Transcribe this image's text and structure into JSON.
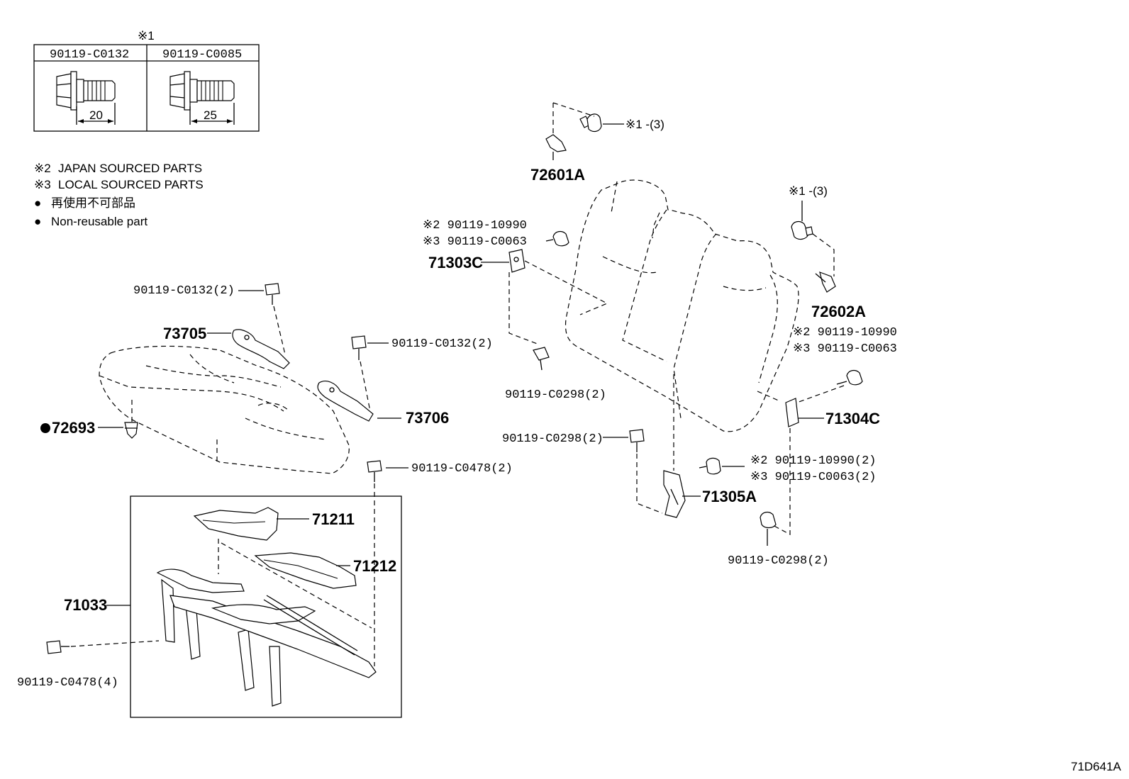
{
  "bolt_table": {
    "header_mark": "※1",
    "bolts": [
      {
        "part": "90119-C0132",
        "length": "20"
      },
      {
        "part": "90119-C0085",
        "length": "25"
      }
    ]
  },
  "legend": [
    {
      "mark": "※2",
      "text": "JAPAN SOURCED PARTS"
    },
    {
      "mark": "※3",
      "text": "LOCAL SOURCED PARTS"
    },
    {
      "mark": "●",
      "text": "再使用不可部品"
    },
    {
      "mark": "●",
      "text": "Non-reusable part"
    }
  ],
  "callouts": {
    "p72601A": "72601A",
    "bolt_top": "※1 -(3)",
    "bolt_right": "※1 -(3)",
    "p72602A": "72602A",
    "c71303_a": "※2 90119-10990",
    "c71303_b": "※3 90119-C0063",
    "p71303C": "71303C",
    "c71304_a": "※2 90119-10990",
    "c71304_b": "※3 90119-C0063",
    "p71304C": "71304C",
    "c0298_left": "90119-C0298(2)",
    "c0298_mid": "90119-C0298(2)",
    "c0298_bottom": "90119-C0298(2)",
    "c71305_a": "※2 90119-10990(2)",
    "c71305_b": "※3 90119-C0063(2)",
    "p71305A": "71305A",
    "c0132_a": "90119-C0132(2)",
    "c0132_b": "90119-C0132(2)",
    "p73705": "73705",
    "p73706": "73706",
    "p72693": "72693",
    "c0478_a": "90119-C0478(2)",
    "p71211": "71211",
    "p71212": "71212",
    "p71033": "71033",
    "c0478_b": "90119-C0478(4)"
  },
  "diagram_id": "71D641A"
}
